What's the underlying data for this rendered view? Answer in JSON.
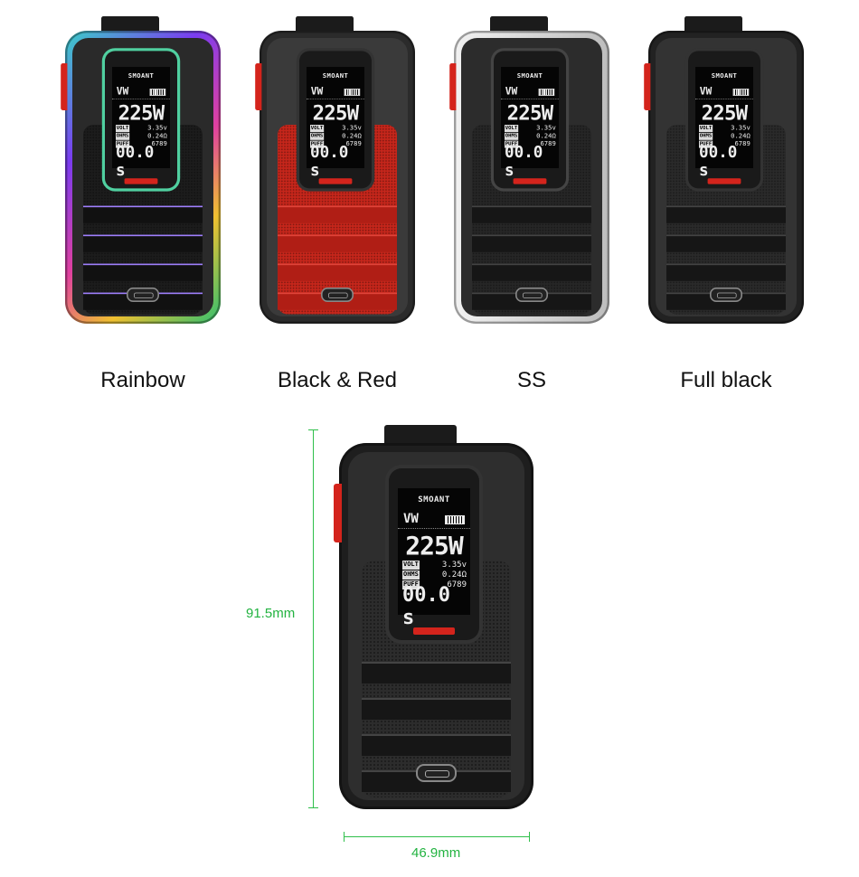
{
  "screen": {
    "brand": "SMOANT",
    "mode": "VW",
    "wattage": "225W",
    "rows": [
      {
        "key": "VOLT",
        "value": "3.35v"
      },
      {
        "key": "OHMS",
        "value": "0.24Ω"
      },
      {
        "key": "PUFF",
        "value": "6789"
      }
    ],
    "timer": "00.0 s"
  },
  "variants": [
    {
      "label": "Rainbow",
      "colors": {
        "frame": "linear-gradient(135deg,#3ad0c8,#7a3cf0 30%,#e040a0 55%,#f0c030 75%,#30c070)",
        "inner": "#2a2a2a",
        "panel": "#1c1c1c",
        "stripe": "#111",
        "stripeline": "#a080ff",
        "bezelring": "#50d0a0"
      }
    },
    {
      "label": "Black & Red",
      "colors": {
        "frame": "#2b2b2b",
        "inner": "#3a3a3a",
        "panel": "#c6261b",
        "stripe": "#b01e15",
        "stripeline": "#e0443a",
        "bezelring": "#333"
      }
    },
    {
      "label": "SS",
      "colors": {
        "frame": "linear-gradient(90deg,#f2f2f2,#bdbdbd)",
        "inner": "#2c2c2c",
        "panel": "#262626",
        "stripe": "#161616",
        "stripeline": "#444",
        "bezelring": "#444"
      }
    },
    {
      "label": "Full black",
      "colors": {
        "frame": "#222",
        "inner": "#333",
        "panel": "#2a2a2a",
        "stripe": "#161616",
        "stripeline": "#444",
        "bezelring": "#333"
      }
    }
  ],
  "dimension_view": {
    "colors": {
      "frame": "#1e1e1e",
      "inner": "#2e2e2e",
      "panel": "#2c2c2c",
      "stripe": "#161616",
      "stripeline": "#444",
      "bezelring": "#333"
    },
    "height_label": "91.5mm",
    "width_label": "46.9mm",
    "line_color": "#2fbf4a"
  }
}
